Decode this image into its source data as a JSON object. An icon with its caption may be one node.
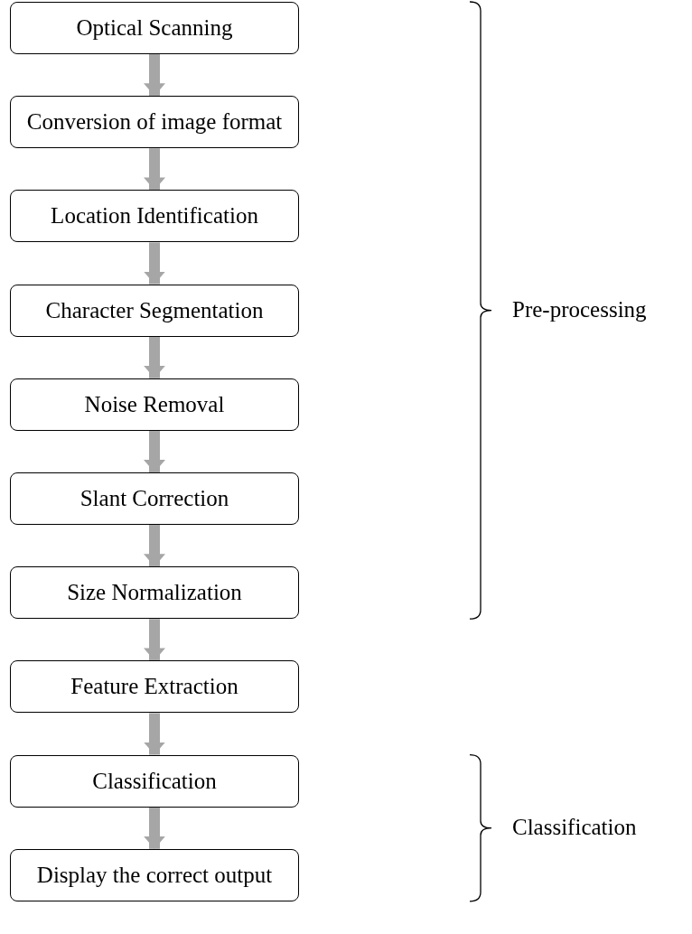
{
  "diagram": {
    "nodes": [
      {
        "text": [
          "Optical Scanning"
        ]
      },
      {
        "text": [
          "Conversion of image format"
        ]
      },
      {
        "text": [
          "Location Identification"
        ]
      },
      {
        "text": [
          "Character Segmentation"
        ]
      },
      {
        "text": [
          "Noise Removal"
        ]
      },
      {
        "text": [
          "Slant Correction"
        ]
      },
      {
        "text": [
          "Size Normalization"
        ]
      },
      {
        "text": [
          "Feature Extraction"
        ]
      },
      {
        "text": [
          "Classification"
        ]
      },
      {
        "text": [
          "Display the correct output"
        ]
      }
    ],
    "edges": [
      {
        "from": 0,
        "to": 1,
        "arrow": "to"
      },
      {
        "from": 1,
        "to": 2,
        "arrow": "to"
      },
      {
        "from": 2,
        "to": 3,
        "arrow": "to"
      },
      {
        "from": 3,
        "to": 4,
        "arrow": "to"
      },
      {
        "from": 4,
        "to": 5,
        "arrow": "to"
      },
      {
        "from": 5,
        "to": 6,
        "arrow": "to"
      },
      {
        "from": 6,
        "to": 7,
        "arrow": "to"
      },
      {
        "from": 7,
        "to": 8,
        "arrow": "to"
      },
      {
        "from": 8,
        "to": 9,
        "arrow": "to"
      }
    ],
    "labels": [
      "Pre-processing",
      "Classification"
    ]
  }
}
